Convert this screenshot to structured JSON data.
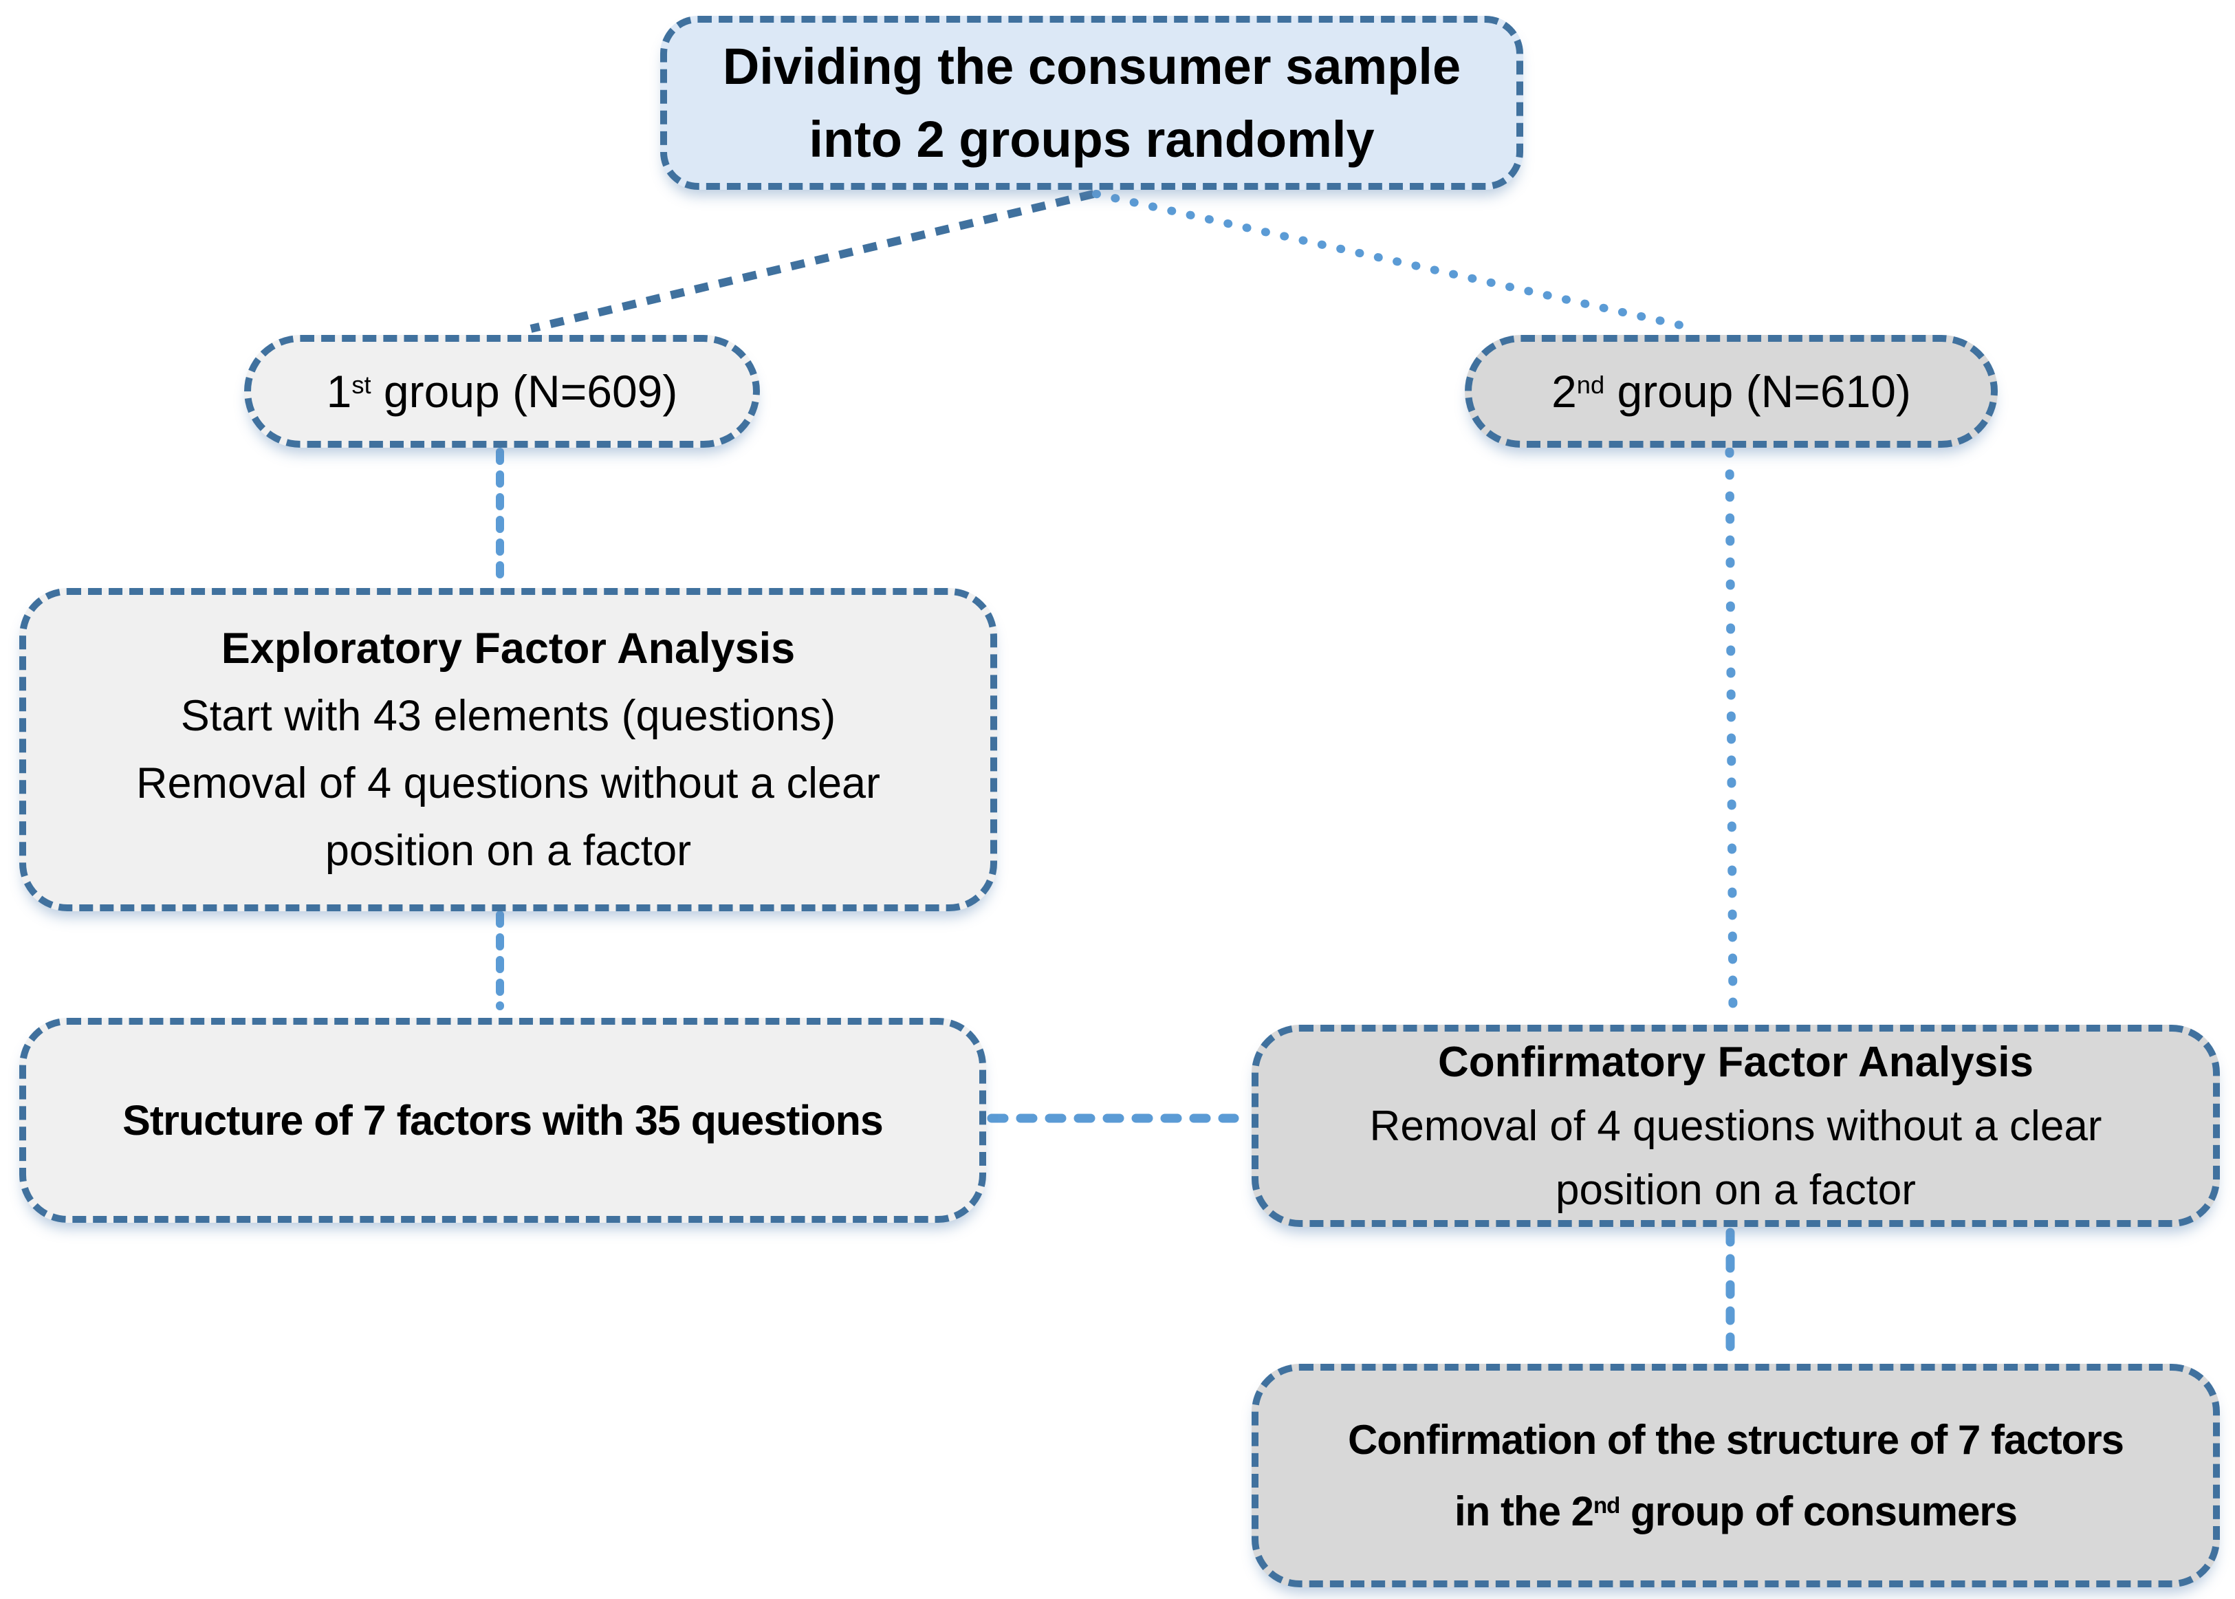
{
  "colors": {
    "border": "#40719e",
    "connector": "#5b9bd5",
    "blue-fill": "#dce8f6",
    "light-fill": "#f0f0f0",
    "gray-fill": "#d8d8d8",
    "text": "#000000"
  },
  "nodes": {
    "divide": {
      "line1": "Dividing the consumer sample",
      "line2": "into 2 groups randomly"
    },
    "group1": {
      "num": "1",
      "sup": "st",
      "rest": " group (N=609)"
    },
    "group2": {
      "num": "2",
      "sup": "nd",
      "rest": " group (N=610)"
    },
    "efa": {
      "title": "Exploratory Factor Analysis",
      "line2": "Start with 43 elements (questions)",
      "line3": "Removal of 4 questions without a clear",
      "line4": "position on a factor"
    },
    "structure": {
      "label": "Structure of 7 factors with 35 questions"
    },
    "cfa": {
      "title": "Confirmatory Factor Analysis",
      "line2": "Removal of 4 questions without a clear",
      "line3": "position on a factor"
    },
    "confirm": {
      "line1": "Confirmation of the structure of 7 factors",
      "line2_pre": "in the 2",
      "sup": "nd",
      "line2_post": " group of consumers"
    }
  },
  "edges": [
    {
      "from": "divide",
      "to": "group1"
    },
    {
      "from": "divide",
      "to": "group2"
    },
    {
      "from": "group1",
      "to": "efa"
    },
    {
      "from": "efa",
      "to": "structure"
    },
    {
      "from": "group2",
      "to": "cfa"
    },
    {
      "from": "structure",
      "to": "cfa"
    },
    {
      "from": "cfa",
      "to": "confirm"
    }
  ]
}
